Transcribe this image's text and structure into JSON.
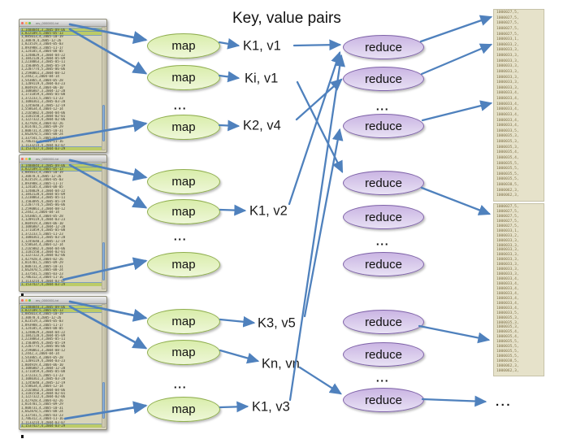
{
  "slide": {
    "title": "Key, value pairs"
  },
  "colors": {
    "arrow": "#4f81bd",
    "map_fill": "#e4f2c2",
    "map_border": "#8fae4e",
    "reduce_fill": "#d6c6ea",
    "reduce_border": "#7e62a8",
    "window_bg": "#d8d4ba",
    "highlight": "#bccb67",
    "output_bg": "#e6e2ca"
  },
  "map_column": {
    "label": "map",
    "count": 9,
    "ellipsis": "..."
  },
  "reduce_column": {
    "label": "reduce",
    "count": 9,
    "ellipsis": "..."
  },
  "kv_pairs": [
    "K1, v1",
    "Ki, v1",
    "K2, v4",
    "K1, v2",
    "K3, v5",
    "Kn, vn",
    "K1, v3"
  ],
  "input_windows": {
    "count": 3,
    "titlebar_text": "mv_0000001.txt",
    "lines": [
      {
        "t": "1,1488844,3,2005-09-06",
        "c": "hl"
      },
      {
        "t": "1,822109,5,2005-05-13",
        "c": "hl"
      },
      "1,885013,4,2005-10-19",
      "1,30878,4,2005-12-26",
      "1,823519,3,2004-05-03",
      "1,893988,3,2005-11-17",
      "1,124105,4,2004-08-05",
      "1,1248029,3,2004-04-22",
      "1,1842128,4,2004-05-09",
      "1,2238063,3,2005-05-11",
      "1,1503895,4,2005-05-19",
      "1,2207774,5,2005-06-06",
      "1,2590061,3,2004-08-12",
      "1,2442,3,2004-04-14",
      "1,543865,4,2004-05-28",
      "1,1209119,4,2004-03-23",
      "1,804919,4,2004-06-10",
      "1,1086807,3,2004-12-28",
      "1,1711859,4,2005-05-08",
      "1,372233,5,2005-11-23",
      "1,1080361,3,2005-03-28",
      "1,1245640,3,2005-12-19",
      "1,558634,4,2004-12-14",
      "1,2165002,4,2004-04-06",
      "1,1181550,3,2004-02-01",
      "1,1227322,4,2004-02-06",
      "1,427928,4,2004-02-26",
      "1,814701,5,2005-09-29",
      "1,808731,4,2005-10-31",
      "1,662870,5,2005-08-24",
      "1,337541,5,2005-03-23",
      "1,786312,3,2004-11-16",
      "1,1133214,4,2004-03-07",
      {
        "t": "1,1537427,4,2004-03-29",
        "c": "hl"
      }
    ]
  },
  "output_columns": {
    "count": 2,
    "ellipsis": "...",
    "lines": [
      "1000027,5,",
      "1000027,5,",
      "1000027,5,",
      "1000027,5,",
      "1000027,5,",
      "1000033,1,",
      "1000033,2,",
      "1000033,3,",
      "1000033,3,",
      "1000033,3,",
      "1000033,3,",
      "1000033,3,",
      "1000033,3,",
      "1000033,3,",
      "1000033,3,",
      "1000033,4,",
      "1000033,4,",
      "1000033,4,",
      "1000033,4,",
      "1000033,4,",
      "1000033,4,",
      "1000033,4,",
      "1000033,5,",
      "1000035,3,",
      "1000035,3,",
      "1000035,3,",
      "1000035,4,",
      "1000035,4,",
      "1000035,5,",
      "1000035,5,",
      "1000035,5,",
      "1000035,5,",
      "1000038,5,",
      "1000062,3,",
      "1000062,3,"
    ]
  },
  "edges": [
    [
      "file1",
      "map1"
    ],
    [
      "file1",
      "map2"
    ],
    [
      "file1",
      "map3"
    ],
    [
      "file2",
      "map4"
    ],
    [
      "file2",
      "map5"
    ],
    [
      "file2",
      "map6"
    ],
    [
      "file3",
      "map7"
    ],
    [
      "file3",
      "map8"
    ],
    [
      "file3",
      "map9"
    ],
    [
      "map1",
      "kv1"
    ],
    [
      "map2",
      "kv2"
    ],
    [
      "map3",
      "kv3"
    ],
    [
      "map5",
      "kv4"
    ],
    [
      "map7",
      "kv5"
    ],
    [
      "map8",
      "kv6"
    ],
    [
      "map9",
      "kv7"
    ],
    [
      "kv1",
      "r1"
    ],
    [
      "kv2",
      "r4"
    ],
    [
      "kv3",
      "r2"
    ],
    [
      "kv4",
      "r1"
    ],
    [
      "kv5",
      "r3"
    ],
    [
      "kv6",
      "r9"
    ],
    [
      "kv7",
      "r1"
    ],
    [
      "r1",
      "out1"
    ],
    [
      "r2",
      "out1"
    ],
    [
      "r3",
      "out1"
    ],
    [
      "r4",
      "out2"
    ],
    [
      "r7",
      "out2"
    ],
    [
      "r9",
      "outdots"
    ]
  ]
}
